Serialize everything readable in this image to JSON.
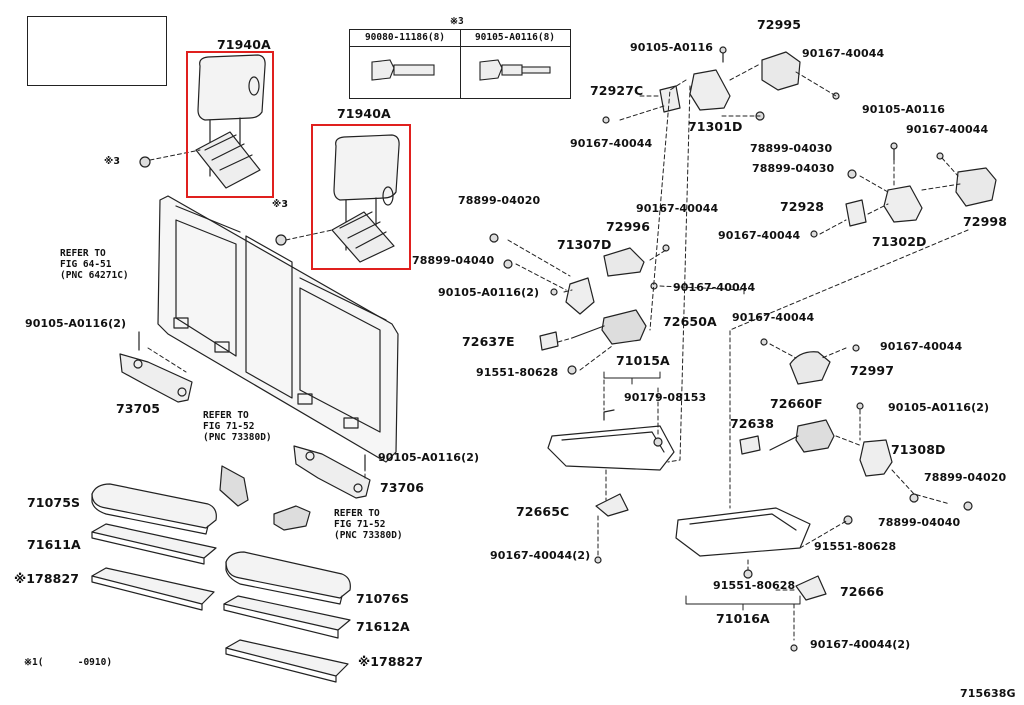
{
  "diagram": {
    "figure_code": "715638G",
    "footnote": {
      "mark": "※1",
      "range": "(      -0910)"
    },
    "table": {
      "mark": "※3",
      "columns": [
        "90080-11186(8)",
        "90105-A0116(8)"
      ]
    },
    "refer_notes": [
      {
        "id": "refer-fig-64-51",
        "lines": [
          "REFER TO",
          "FIG 64-51",
          "(PNC 64271C)"
        ]
      },
      {
        "id": "refer-fig-71-52-a",
        "lines": [
          "REFER TO",
          "FIG 71-52",
          "(PNC 73380D)"
        ]
      },
      {
        "id": "refer-fig-71-52-b",
        "lines": [
          "REFER TO",
          "FIG 71-52",
          "(PNC 73380D)"
        ]
      }
    ],
    "labels": {
      "p71940a_1": "71940A",
      "p71940a_2": "71940A",
      "star3_a": "※3",
      "star3_b": "※3",
      "p90105_left": "90105-A0116(2)",
      "p73705": "73705",
      "p90105_mid": "90105-A0116(2)",
      "p73706": "73706",
      "p71075s": "71075S",
      "p71611a": "71611A",
      "p78827_left": "※178827",
      "p71076s": "71076S",
      "p71612a": "71612A",
      "p78827_right": "※178827",
      "p90105_top": "90105-A0116",
      "p72927c": "72927C",
      "p71301d": "71301D",
      "p90167_a": "90167-40044",
      "p78899_04030_a": "78899-04030",
      "p72995": "72995",
      "p90167_b": "90167-40044",
      "p90105_right": "90105-A0116",
      "p90167_c": "90167-40044",
      "p78899_04030_b": "78899-04030",
      "p72928": "72928",
      "p90167_d": "90167-40044",
      "p71302d": "71302D",
      "p72998": "72998",
      "p78899_04020_a": "78899-04020",
      "p90167_e": "90167-40044",
      "p72996": "72996",
      "p71307d": "71307D",
      "p78899_04040_a": "78899-04040",
      "p90167_f": "90167-40044",
      "p90105_c": "90105-A0116(2)",
      "p72650a": "72650A",
      "p72637e": "72637E",
      "p71015a": "71015A",
      "p91551_a": "91551-80628",
      "p90179": "90179-08153",
      "p72665c": "72665C",
      "p90167_g": "90167-40044(2)",
      "p90167_h": "90167-40044",
      "p90167_i": "90167-40044",
      "p72997": "72997",
      "p72660f": "72660F",
      "p90105_d": "90105-A0116(2)",
      "p72638": "72638",
      "p71308d": "71308D",
      "p78899_04020_b": "78899-04020",
      "p78899_04040_b": "78899-04040",
      "p91551_b": "91551-80628",
      "p91551_c": "91551-80628",
      "p72666": "72666",
      "p71016a": "71016A",
      "p90167_j": "90167-40044(2)"
    }
  }
}
